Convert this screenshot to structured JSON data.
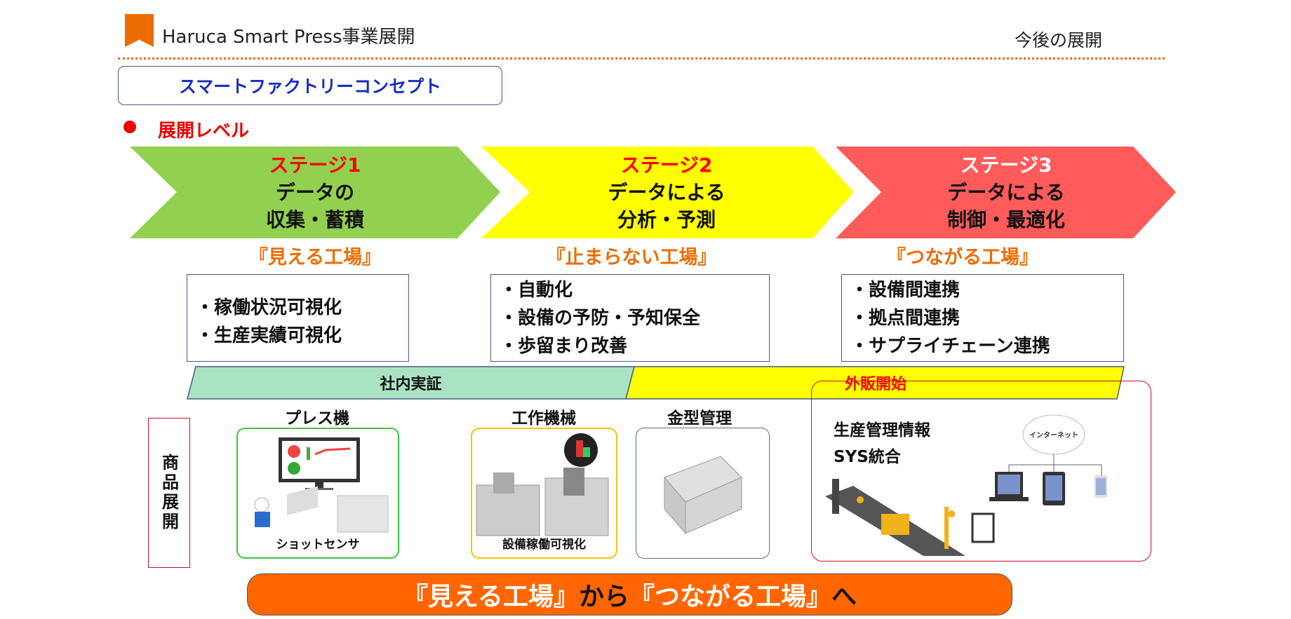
{
  "header": {
    "title": "Haruca Smart Press事業展開",
    "section": "今後の展開"
  },
  "concept": "スマートファクトリーコンセプト",
  "level_heading": "展開レベル",
  "stages": [
    {
      "name": "ステージ1",
      "line1": "データの",
      "line2": "収集・蓄積",
      "slogan": "『見える工場』",
      "items": [
        "・稼働状況可視化",
        "・生産実績可視化"
      ],
      "color": "#92d050"
    },
    {
      "name": "ステージ2",
      "line1": "データによる",
      "line2": "分析・予測",
      "slogan": "『止まらない工場』",
      "items": [
        "・自動化",
        "・設備の予防・予知保全",
        "・歩留まり改善"
      ],
      "color": "#ffff00"
    },
    {
      "name": "ステージ3",
      "line1": "データによる",
      "line2": "制御・最適化",
      "slogan": "『つながる工場』",
      "items": [
        "・設備間連携",
        "・拠点間連携",
        "・サプライチェーン連携"
      ],
      "color": "#ff5b5b"
    }
  ],
  "bands": {
    "internal": "社内実証",
    "external": "外販開始"
  },
  "products": {
    "heading": "商品展開",
    "press": {
      "label": "プレス機",
      "caption": "ショットセンサ"
    },
    "machine": {
      "label": "工作機械",
      "caption": "設備稼働可視化"
    },
    "mold": {
      "label": "金型管理"
    },
    "sys": {
      "line1": "生産管理情報",
      "line2": "SYS統合",
      "cloud": "インターネット"
    }
  },
  "bottom": {
    "part1": "『見える工場』",
    "part2": "から",
    "part3": "『つながる工場』",
    "part4": "へ"
  }
}
